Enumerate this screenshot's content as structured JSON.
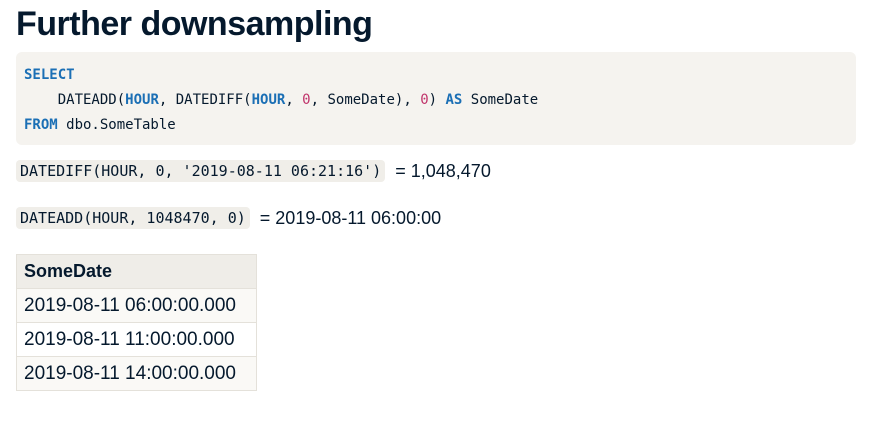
{
  "title": "Further downsampling",
  "code": {
    "line1": {
      "kw": "SELECT"
    },
    "line2": {
      "indent": "    ",
      "fn1": "DATEADD(",
      "kw1": "HOUR",
      "sep1": ", DATEDIFF(",
      "kw2": "HOUR",
      "sep2": ", ",
      "num1": "0",
      "sep3": ", SomeDate), ",
      "num2": "0",
      "sep4": ") ",
      "kw3": "AS",
      "alias": " SomeDate"
    },
    "line3": {
      "kw": "FROM",
      "rest": " dbo.SomeTable"
    }
  },
  "expr1": {
    "code": "DATEDIFF(HOUR, 0, '2019-08-11 06:21:16')",
    "result": "= 1,048,470"
  },
  "expr2": {
    "code": "DATEADD(HOUR, 1048470, 0)",
    "result": "= 2019-08-11 06:00:00"
  },
  "table": {
    "header": "SomeDate",
    "rows": [
      "2019-08-11 06:00:00.000",
      "2019-08-11 11:00:00.000",
      "2019-08-11 14:00:00.000"
    ]
  }
}
